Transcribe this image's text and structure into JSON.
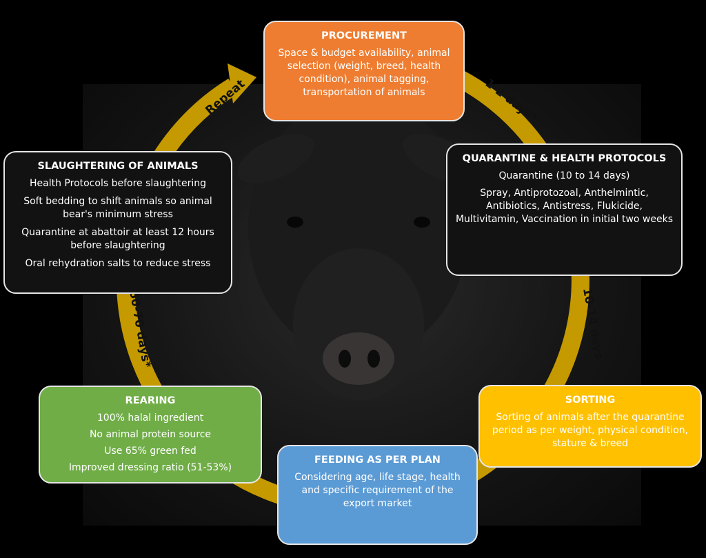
{
  "stages": {
    "procurement": {
      "title": "PROCUREMENT",
      "lines": [
        "Space & budget availability, animal selection (weight, breed, health condition), animal tagging, transportation of animals"
      ]
    },
    "quarantine": {
      "title": "QUARANTINE & HEALTH PROTOCOLS",
      "lines": [
        "Quarantine (10 to 14 days)",
        "Spray, Antiprotozoal, Anthelmintic, Antibiotics, Antistress, Flukicide, Multivitamin, Vaccination in initial two weeks"
      ]
    },
    "sorting": {
      "title": "SORTING",
      "lines": [
        "Sorting of animals after the quarantine period as per weight, physical condition, stature & breed"
      ]
    },
    "feeding": {
      "title": "FEEDING AS PER PLAN",
      "lines": [
        "Considering age, life stage, health and specific requirement of the export market"
      ]
    },
    "rearing": {
      "title": "REARING",
      "lines": [
        "100% halal ingredient",
        "No animal protein source",
        "Use 65% green fed",
        "Improved dressing ratio (51-53%)"
      ]
    },
    "slaughter": {
      "title": "SLAUGHTERING OF ANIMALS",
      "lines": [
        "Health Protocols before slaughtering",
        "Soft bedding to shift animals so animal bear's minimum stress",
        "Quarantine at abattoir at least 12 hours before slaughtering",
        "Oral rehydration salts to reduce stress"
      ]
    }
  },
  "cycle_labels": {
    "repeat": "Repeat",
    "procurement_to_quarantine": "1-2 days*",
    "quarantine_to_sorting": "10-14 days",
    "rearing_to_slaughter": "60-70 days*"
  },
  "colors": {
    "cycle_arrow": "#c49a00",
    "procurement": "#ee7d31",
    "quarantine": "#121212",
    "sorting": "#ffc000",
    "feeding": "#5b9bd5",
    "rearing": "#70ad47",
    "slaughter": "#121212"
  }
}
